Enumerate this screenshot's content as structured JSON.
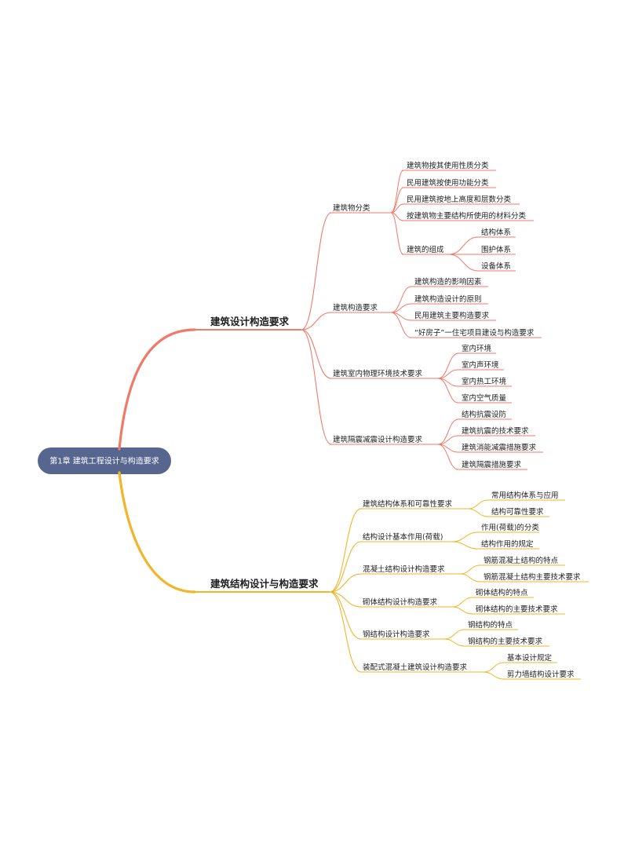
{
  "root": "第1章 建筑工程设计与构造要求",
  "branches": [
    {
      "label": "建筑设计构造要求",
      "color": "#f07a6a",
      "children": [
        {
          "label": "建筑物分类",
          "children": [
            {
              "label": "建筑物按其使用性质分类"
            },
            {
              "label": "民用建筑按使用功能分类"
            },
            {
              "label": "民用建筑按地上高度和层数分类"
            },
            {
              "label": "按建筑物主要结构所使用的材料分类"
            },
            {
              "label": "建筑的组成",
              "children": [
                {
                  "label": "结构体系"
                },
                {
                  "label": "围护体系"
                },
                {
                  "label": "设备体系"
                }
              ]
            }
          ]
        },
        {
          "label": "建筑构造要求",
          "children": [
            {
              "label": "建筑构造的影响因素"
            },
            {
              "label": "建筑构造设计的原则"
            },
            {
              "label": "民用建筑主要构造要求"
            },
            {
              "label": "“好房子”一住宅项目建设与构造要求"
            }
          ]
        },
        {
          "label": "建筑室内物理环境技术要求",
          "children": [
            {
              "label": "室内环境"
            },
            {
              "label": "室内声环境"
            },
            {
              "label": "室内热工环境"
            },
            {
              "label": "室内空气质量"
            }
          ]
        },
        {
          "label": "建筑隔震减震设计构造要求",
          "children": [
            {
              "label": "结构抗震设防"
            },
            {
              "label": "建筑抗震的技术要求"
            },
            {
              "label": "建筑消能减震措施要求"
            },
            {
              "label": "建筑隔震措施要求"
            }
          ]
        }
      ]
    },
    {
      "label": "建筑结构设计与构造要求",
      "color": "#f2b428",
      "children": [
        {
          "label": "建筑结构体系和可靠性要求",
          "children": [
            {
              "label": "常用结构体系与应用"
            },
            {
              "label": "结构可靠性要求"
            }
          ]
        },
        {
          "label": "结构设计基本作用(荷载)",
          "children": [
            {
              "label": "作用(荷载)的分类"
            },
            {
              "label": "结构作用的规定"
            }
          ]
        },
        {
          "label": "混凝土结构设计构造要求",
          "children": [
            {
              "label": "钢筋混凝土结构的特点"
            },
            {
              "label": "钢筋混凝土结构主要技术要求"
            }
          ]
        },
        {
          "label": "砌体结构设计构造要求",
          "children": [
            {
              "label": "砌体结构的特点"
            },
            {
              "label": "砌体结构的主要技术要求"
            }
          ]
        },
        {
          "label": "钢结构设计构造要求",
          "children": [
            {
              "label": "钢结构的特点"
            },
            {
              "label": "钢结构的主要技术要求"
            }
          ]
        },
        {
          "label": "装配式混凝土建筑设计构造要求",
          "children": [
            {
              "label": "基本设计规定"
            },
            {
              "label": "剪力墙结构设计要求"
            }
          ]
        }
      ]
    }
  ]
}
